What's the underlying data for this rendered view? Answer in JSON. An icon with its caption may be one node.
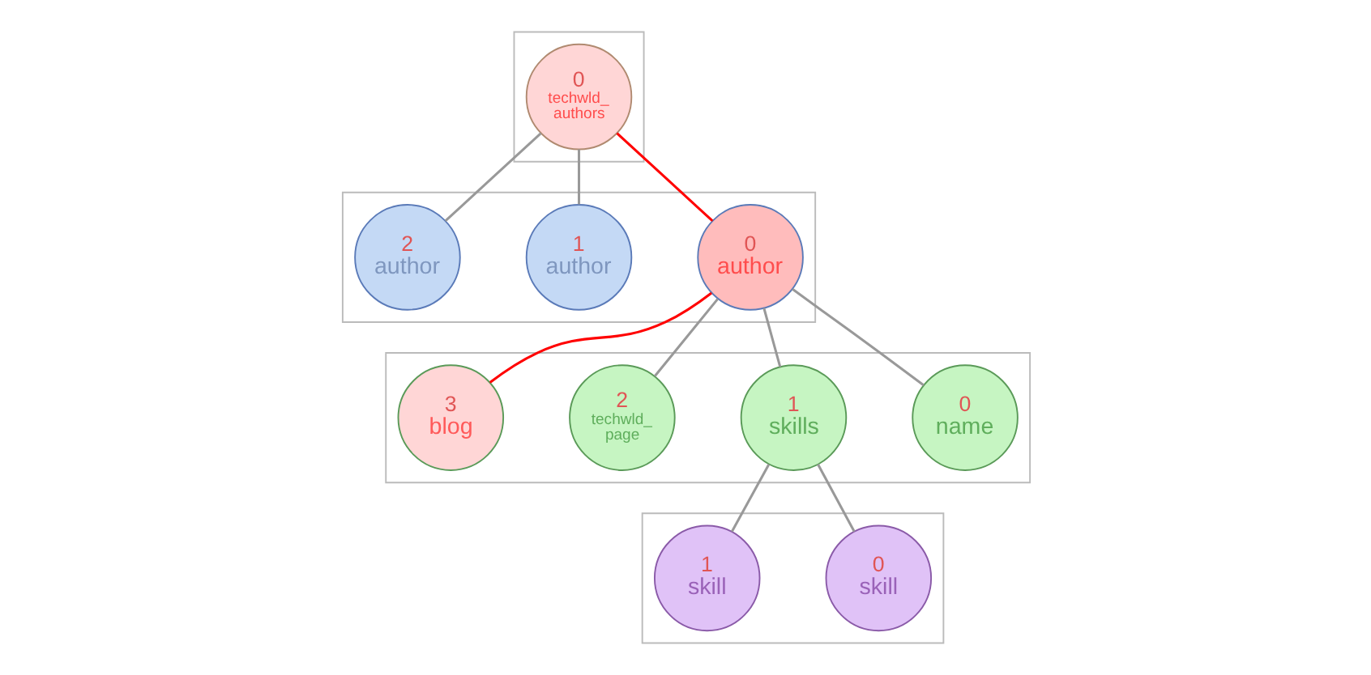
{
  "diagram": {
    "nodes": [
      {
        "text": [],
        "shape": "box"
      },
      {
        "text": [
          "0",
          "techwld_ authors"
        ],
        "in": 0
      },
      {
        "text": [],
        "shape": "box"
      },
      {
        "text": [
          "0",
          "author"
        ],
        "in": 2
      },
      {
        "text": [
          "1",
          "author"
        ],
        "in": 2
      },
      {
        "text": [
          "2",
          "author"
        ],
        "in": 2
      },
      {
        "text": [],
        "shape": "box"
      },
      {
        "text": [
          "0",
          "name"
        ],
        "in": 6
      },
      {
        "text": [
          "1",
          "skills"
        ],
        "in": 6
      },
      {
        "text": [
          "2",
          "techwld_ page"
        ],
        "in": 6
      },
      {
        "text": [
          "3",
          "blog"
        ],
        "in": 6
      },
      {
        "text": [],
        "shape": "box"
      },
      {
        "text": [
          "0",
          "skill"
        ],
        "in": 11
      },
      {
        "text": [
          "1",
          "skill"
        ],
        "in": 11
      }
    ],
    "edges": [
      {
        "from": 1,
        "to": 3,
        "arrow": "none",
        "color": "#ff0000"
      },
      {
        "from": 1,
        "to": 4,
        "arrow": "none"
      },
      {
        "from": 1,
        "to": 5,
        "arrow": "none"
      },
      {
        "from": 3,
        "to": 7,
        "arrow": "none"
      },
      {
        "from": 3,
        "to": 8,
        "arrow": "none"
      },
      {
        "from": 3,
        "to": 9,
        "arrow": "none"
      },
      {
        "from": 3,
        "to": 10,
        "arrow": "none",
        "color": "#ff0000"
      },
      {
        "from": 8,
        "to": 12,
        "arrow": "none"
      },
      {
        "from": 8,
        "to": 13,
        "arrow": "none"
      }
    ]
  }
}
